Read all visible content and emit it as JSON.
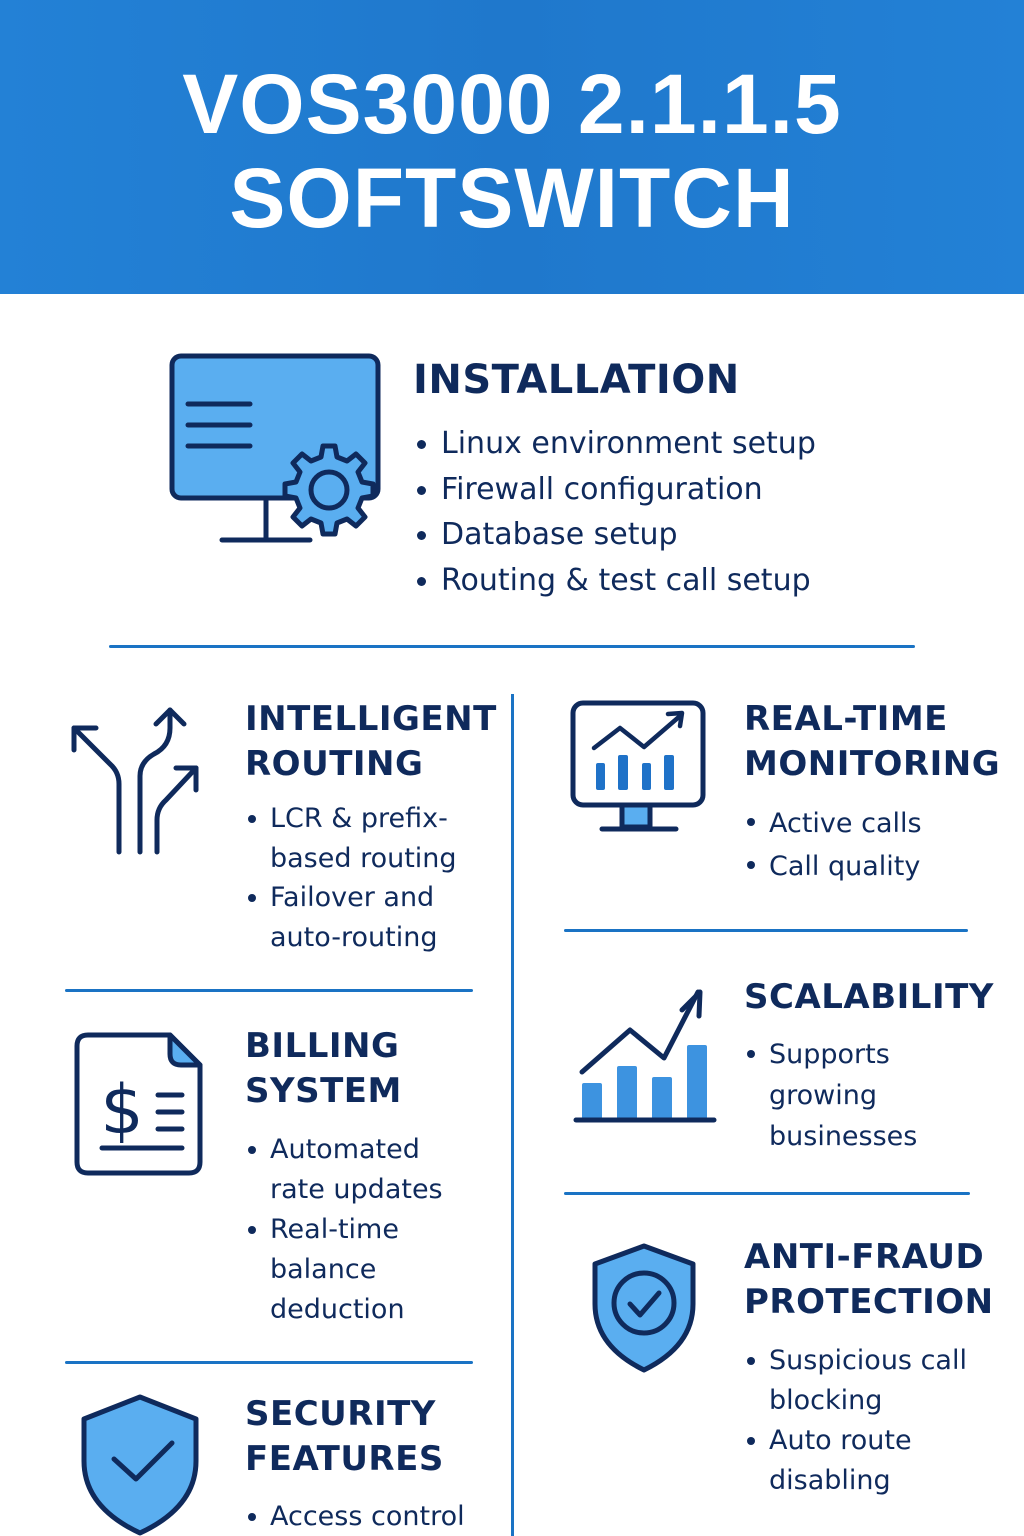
{
  "header": {
    "title_line1": "VOS3000 2.1.1.5",
    "title_line2": "SOFTSWITCH"
  },
  "colors": {
    "header_blue": "#1f78cc",
    "navy_text": "#0f2a5c",
    "icon_fill": "#5aaef0",
    "divider_blue": "#1a73c4",
    "bar_blue": "#3d93e0"
  },
  "sections": {
    "installation": {
      "icon": "monitor-gear-icon",
      "title": "INSTALLATION",
      "items": [
        "Linux environment setup",
        "Firewall configuration",
        "Database setup",
        "Routing & test call setup"
      ]
    },
    "routing": {
      "icon": "split-arrows-icon",
      "title_line1": "INTELLIGENT",
      "title_line2": "ROUTING",
      "items": [
        "LCR & prefix-based routing",
        "Failover and auto-routing"
      ],
      "item_lines": [
        [
          "LCR & prefix-",
          "based routing"
        ],
        [
          "Failover and",
          "auto-routing"
        ]
      ]
    },
    "monitoring": {
      "icon": "monitor-chart-icon",
      "title_line1": "REAL-TIME",
      "title_line2": "MONITORING",
      "items": [
        "Active calls",
        "Call quality"
      ]
    },
    "billing": {
      "icon": "invoice-dollar-icon",
      "title_line1": "BILLING",
      "title_line2": "SYSTEM",
      "items": [
        "Automated rate updates",
        "Real-time balance deduction"
      ],
      "item_lines": [
        [
          "Automated",
          "rate updates"
        ],
        [
          "Real-time",
          "balance",
          "deduction"
        ]
      ]
    },
    "scalability": {
      "icon": "growth-chart-icon",
      "title": "SCALABILITY",
      "items": [
        "Supports growing businesses"
      ],
      "item_lines": [
        [
          "Supports",
          "growing",
          "businesses"
        ]
      ]
    },
    "antifraud": {
      "icon": "shield-check-circle-icon",
      "title_line1": "ANTI-FRAUD",
      "title_line2": "PROTECTION",
      "items": [
        "Suspicious call blocking",
        "Auto route disabling"
      ],
      "item_lines": [
        [
          "Suspicious call",
          "blocking"
        ],
        [
          "Auto route",
          "disabling"
        ]
      ]
    },
    "security": {
      "icon": "shield-check-icon",
      "title_line1": "SECURITY",
      "title_line2": "FEATURES",
      "items": [
        "Access control"
      ]
    }
  }
}
